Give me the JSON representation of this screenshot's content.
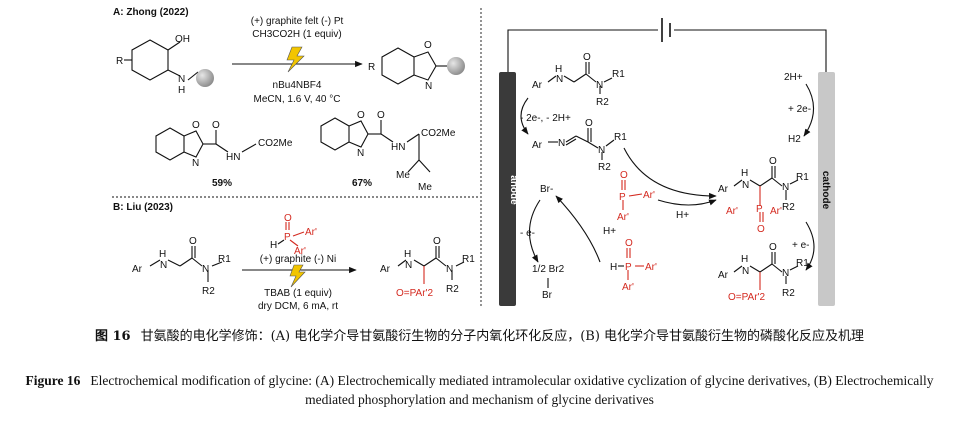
{
  "panel_a": {
    "title": "A: Zhong (2022)",
    "conditions": [
      "(+) graphite felt (-) Pt",
      "CH3CO2H (1 equiv)",
      "nBu4NBF4",
      "MeCN, 1.6 V, 40 °C"
    ],
    "sm_labels": {
      "oh": "OH",
      "n": "N",
      "h": "H",
      "r": "R"
    },
    "product_labels": {
      "o": "O",
      "n": "N",
      "r": "R"
    },
    "ex1": {
      "o": "O",
      "n": "N",
      "o2": "O",
      "nh": "HN",
      "ester": "CO2Me",
      "yield": "59%"
    },
    "ex2": {
      "o": "O",
      "n": "N",
      "o2": "O",
      "nh": "HN",
      "ester": "CO2Me",
      "me1": "Me",
      "me2": "Me",
      "yield": "67%"
    }
  },
  "panel_b": {
    "title": "B: Liu (2023)",
    "reagent": {
      "o": "O",
      "p": "P",
      "ar1": "Ar'",
      "ar2": "Ar'",
      "h": "H"
    },
    "conditions_top": "(+) graphite (-) Ni",
    "conditions_bottom": [
      "TBAB (1 equiv)",
      "dry DCM, 6 mA, rt"
    ],
    "sm": {
      "ar": "Ar",
      "nh": "H",
      "n": "N",
      "o": "O",
      "r1": "R1",
      "n2": "N",
      "r2": "R2"
    },
    "product": {
      "ar": "Ar",
      "nh": "H",
      "n": "N",
      "o": "O",
      "r1": "R1",
      "n2": "N",
      "r2": "R2",
      "p": "O=PAr'2"
    }
  },
  "mechanism": {
    "anode_label": "anode",
    "cathode_label": "cathode",
    "ox_step": "- 2e-, - 2H+",
    "amine": {
      "ar": "Ar",
      "nh": "H",
      "n": "N",
      "o": "O",
      "r1": "R1",
      "n2": "N",
      "r2": "R2"
    },
    "imine": {
      "ar": "Ar",
      "n": "N",
      "o": "O",
      "r1": "R1",
      "n2": "N",
      "r2": "R2"
    },
    "br_minus": "Br-",
    "minus_e": "- e-",
    "br2": "1/2 Br2",
    "br_radical": "Br",
    "p_radical": {
      "o": "O",
      "p": "P",
      "ar1": "Ar'",
      "ar2": "Ar'"
    },
    "h_plus_1": "H+",
    "h_plus_2": "H+",
    "hpo": {
      "o": "O",
      "h": "H",
      "p": "P",
      "ar1": "Ar'",
      "ar2": "Ar'"
    },
    "cation": {
      "ar": "Ar",
      "nh": "H",
      "n": "N",
      "o": "O",
      "r1": "R1",
      "n2": "N",
      "r2": "R2",
      "ar1": "Ar'",
      "p": "P",
      "ar2": "Ar'",
      "o2": "O"
    },
    "cathode_h": [
      "2H+",
      "+ 2e-",
      "H2"
    ],
    "plus_e": "+ e-",
    "final": {
      "ar": "Ar",
      "nh": "H",
      "n": "N",
      "o": "O",
      "r1": "R1",
      "n2": "N",
      "r2": "R2",
      "p": "O=PAr'2"
    }
  },
  "caption": {
    "cn_label": "图 16",
    "cn_text": "甘氨酸的电化学修饰：(A) 电化学介导甘氨酸衍生物的分子内氧化环化反应，(B) 电化学介导甘氨酸衍生物的磷酸化反应及机理",
    "en_label": "Figure 16",
    "en_text": "Electrochemical modification of glycine: (A) Electrochemically mediated intramolecular oxidative cyclization of glycine derivatives, (B) Electrochemically mediated phosphorylation and mechanism of glycine derivatives"
  },
  "colors": {
    "accent_red": "#d42a20",
    "electrode_dark": "#3a3a3a",
    "electrode_light": "#c8c8c8",
    "bolt": "#f2c500"
  }
}
